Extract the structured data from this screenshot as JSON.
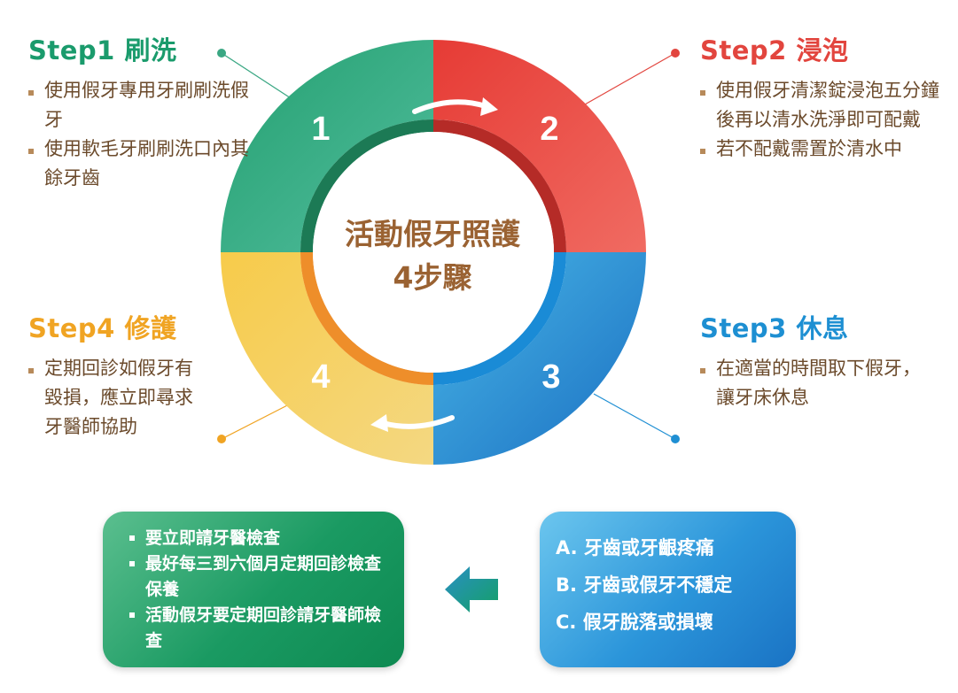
{
  "center": {
    "line1": "活動假牙照護",
    "line2": "4步驟"
  },
  "segments": [
    {
      "number": "1",
      "color": "#27a377"
    },
    {
      "number": "2",
      "color": "#e2453e"
    },
    {
      "number": "3",
      "color": "#1f8fd3"
    },
    {
      "number": "4",
      "color": "#f5b625"
    }
  ],
  "steps": [
    {
      "title": "Step1 刷洗",
      "color": "#1a9b6c",
      "bullets": [
        "使用假牙專用牙刷刷洗假牙",
        "使用軟毛牙刷刷洗口內其餘牙齒"
      ]
    },
    {
      "title": "Step2 浸泡",
      "color": "#e2453e",
      "bullets": [
        "使用假牙清潔錠浸泡五分鐘後再以清水洗淨即可配戴",
        "若不配戴需置於清水中"
      ]
    },
    {
      "title": "Step3 休息",
      "color": "#1d8fd2",
      "bullets": [
        "在適當的時間取下假牙，讓牙床休息"
      ]
    },
    {
      "title": "Step4 修護",
      "color": "#f0a423",
      "bullets": [
        "定期回診如假牙有毀損，應立即尋求牙醫師協助"
      ]
    }
  ],
  "advice_box": {
    "items": [
      "要立即請牙醫檢查",
      "最好每三到六個月定期回診檢查保養",
      "活動假牙要定期回診請牙醫師檢查"
    ]
  },
  "problems_box": {
    "items": [
      "A. 牙齒或牙齦疼痛",
      "B. 牙齒或假牙不穩定",
      "C. 假牙脫落或損壞"
    ]
  }
}
